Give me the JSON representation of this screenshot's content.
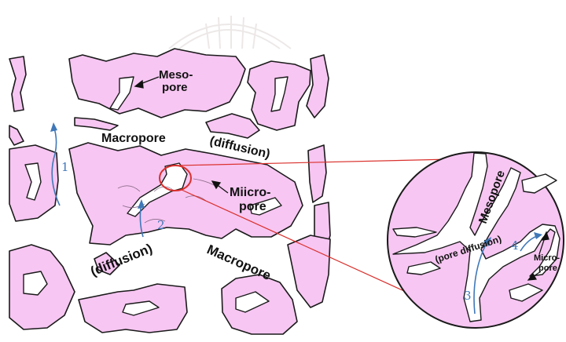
{
  "diagram": {
    "labels": {
      "mesopore_top_line1": "Meso-",
      "mesopore_top_line2": "pore",
      "macropore_top": "Macropore",
      "diffusion_top": "(diffusion)",
      "micropore_line1": "Miicro-",
      "micropore_line2": "pore",
      "diffusion_bottom": "(diffusion)",
      "macropore_bottom": "Macropore"
    },
    "path_numbers": [
      "1",
      "2"
    ],
    "zoom": {
      "mesopore": "Mesopore",
      "pore_diffusion": "(pore diffusion)",
      "micropore_line1": "Micro-",
      "micropore_line2": "pore",
      "path_numbers": [
        "3",
        "4"
      ]
    }
  },
  "colors": {
    "particle_fill": "#f7c6f2",
    "outline": "#1a1a1a",
    "arrow_blue": "#3f78b8",
    "zoom_line_red": "#d9302c"
  }
}
